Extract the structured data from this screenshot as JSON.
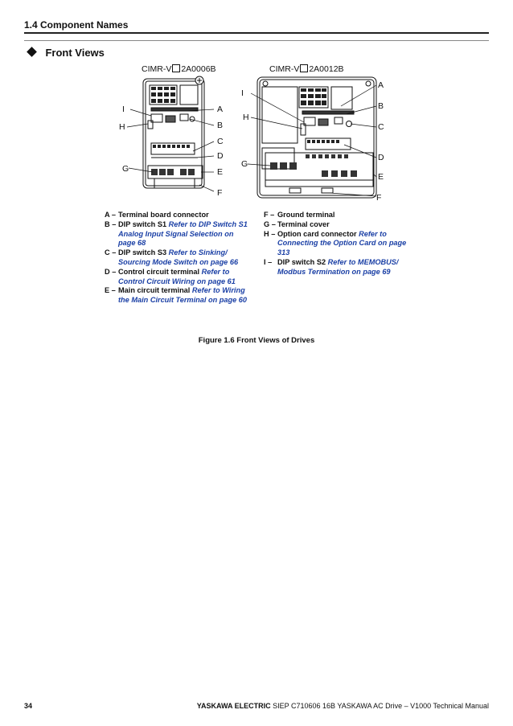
{
  "header": {
    "section": "1.4 Component Names"
  },
  "subsection": {
    "title": "Front Views"
  },
  "figure": {
    "left_model_prefix": "CIMR-V",
    "left_model_suffix": "2A0006B",
    "right_model_prefix": "CIMR-V",
    "right_model_suffix": "2A0012B",
    "left_callouts": {
      "I": "I",
      "H": "H",
      "G": "G",
      "A": "A",
      "B": "B",
      "C": "C",
      "D": "D",
      "E": "E",
      "F": "F"
    },
    "right_callouts": {
      "I": "I",
      "H": "H",
      "G": "G",
      "A": "A",
      "B": "B",
      "C": "C",
      "D": "D",
      "E": "E",
      "F": "F"
    },
    "caption": "Figure 1.6  Front Views of Drives"
  },
  "legend": {
    "left": [
      {
        "key": "A –",
        "text": "Terminal board connector",
        "ref": ""
      },
      {
        "key": "B –",
        "text": "DIP switch S1",
        "ref": "Refer to DIP Switch S1 Analog Input Signal Selection on page 68"
      },
      {
        "key": "C –",
        "text": "DIP switch S3",
        "ref": "Refer to Sinking/ Sourcing Mode Switch on page 66"
      },
      {
        "key": "D –",
        "text": "Control circuit terminal",
        "ref": "Refer to Control Circuit Wiring on page 61"
      },
      {
        "key": "E –",
        "text": "Main circuit terminal",
        "ref": "Refer to Wiring the Main Circuit Terminal on page 60"
      }
    ],
    "right": [
      {
        "key": "F –",
        "text": "Ground terminal",
        "ref": ""
      },
      {
        "key": "G –",
        "text": "Terminal cover",
        "ref": ""
      },
      {
        "key": "H –",
        "text": "Option card connector",
        "ref": "Refer to Connecting the Option Card on page 313"
      },
      {
        "key": "I  –",
        "text": "DIP switch S2",
        "ref": "Refer to MEMOBUS/ Modbus Termination on page 69"
      }
    ]
  },
  "footer": {
    "page": "34",
    "brand": "YASKAWA ELECTRIC",
    "doc": "SIEP C710606 16B YASKAWA AC Drive – V1000 Technical Manual"
  }
}
